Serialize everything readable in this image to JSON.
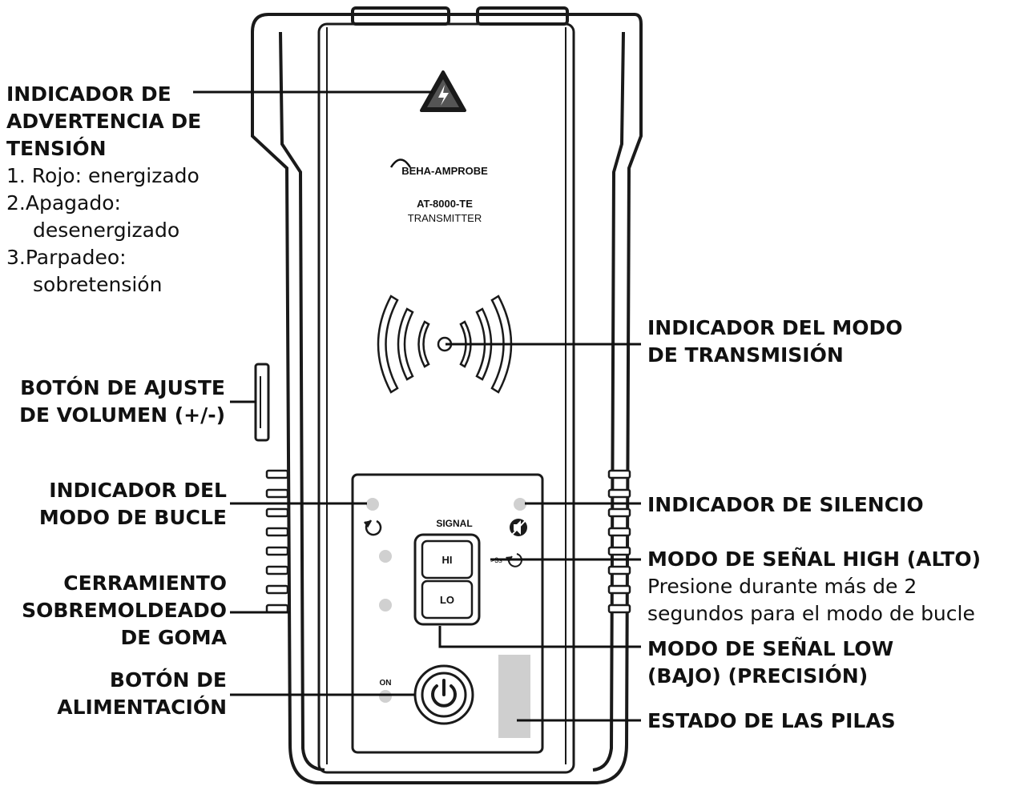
{
  "device": {
    "brand": "BEHA-AMPROBE",
    "model": "AT-8000-TE",
    "type": "TRANSMITTER",
    "signal_label": "SIGNAL",
    "hi_label": "HI",
    "lo_label": "LO",
    "on_label": "ON",
    "hold_label": ">3s"
  },
  "labels": {
    "voltage_warning": {
      "title_lines": [
        "INDICADOR DE",
        "ADVERTENCIA DE",
        "TENSIÓN"
      ],
      "items": [
        "1. Rojo: energizado",
        "2.Apagado:",
        "desenergizado",
        "3.Parpadeo:",
        "sobretensión"
      ]
    },
    "volume_button": {
      "lines": [
        "BOTÓN DE AJUSTE",
        "DE VOLUMEN (+/-)"
      ]
    },
    "loop_mode": {
      "lines": [
        "INDICADOR DEL",
        "MODO DE BUCLE"
      ]
    },
    "enclosure": {
      "lines": [
        "CERRAMIENTO",
        "SOBREMOLDEADO",
        "DE GOMA"
      ]
    },
    "power_button": {
      "lines": [
        "BOTÓN DE",
        "ALIMENTACIÓN"
      ]
    },
    "transmit_mode": {
      "lines": [
        "INDICADOR DEL MODO",
        "DE TRANSMISIÓN"
      ]
    },
    "mute": {
      "lines": [
        "INDICADOR DE SILENCIO"
      ]
    },
    "high_mode": {
      "title": "MODO DE SEÑAL HIGH (ALTO)",
      "desc_lines": [
        "Presione durante más de 2",
        "segundos para el modo de bucle"
      ]
    },
    "low_mode": {
      "lines": [
        "MODO DE SEÑAL LOW",
        "(BAJO) (PRECISIÓN)"
      ]
    },
    "battery": {
      "lines": [
        "ESTADO DE LAS PILAS"
      ]
    }
  }
}
